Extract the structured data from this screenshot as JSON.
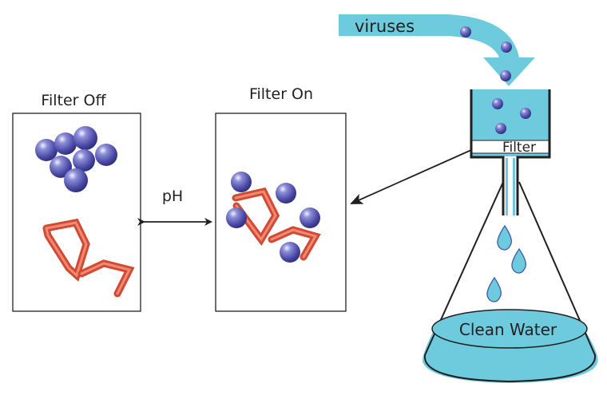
{
  "diagram": {
    "panels": {
      "filter_off": {
        "title": "Filter Off"
      },
      "filter_on": {
        "title": "Filter On"
      }
    },
    "toggle": {
      "label": "pH"
    },
    "inflow": {
      "label": "viruses"
    },
    "filter_unit": {
      "label": "Filter"
    },
    "flask": {
      "label": "Clean Water"
    }
  },
  "colors": {
    "water": "#6dcbdd",
    "virus": "#4a4aa8",
    "polymer": "#d9503a",
    "outline": "#231f20",
    "drop_outline": "#3f58b0"
  }
}
